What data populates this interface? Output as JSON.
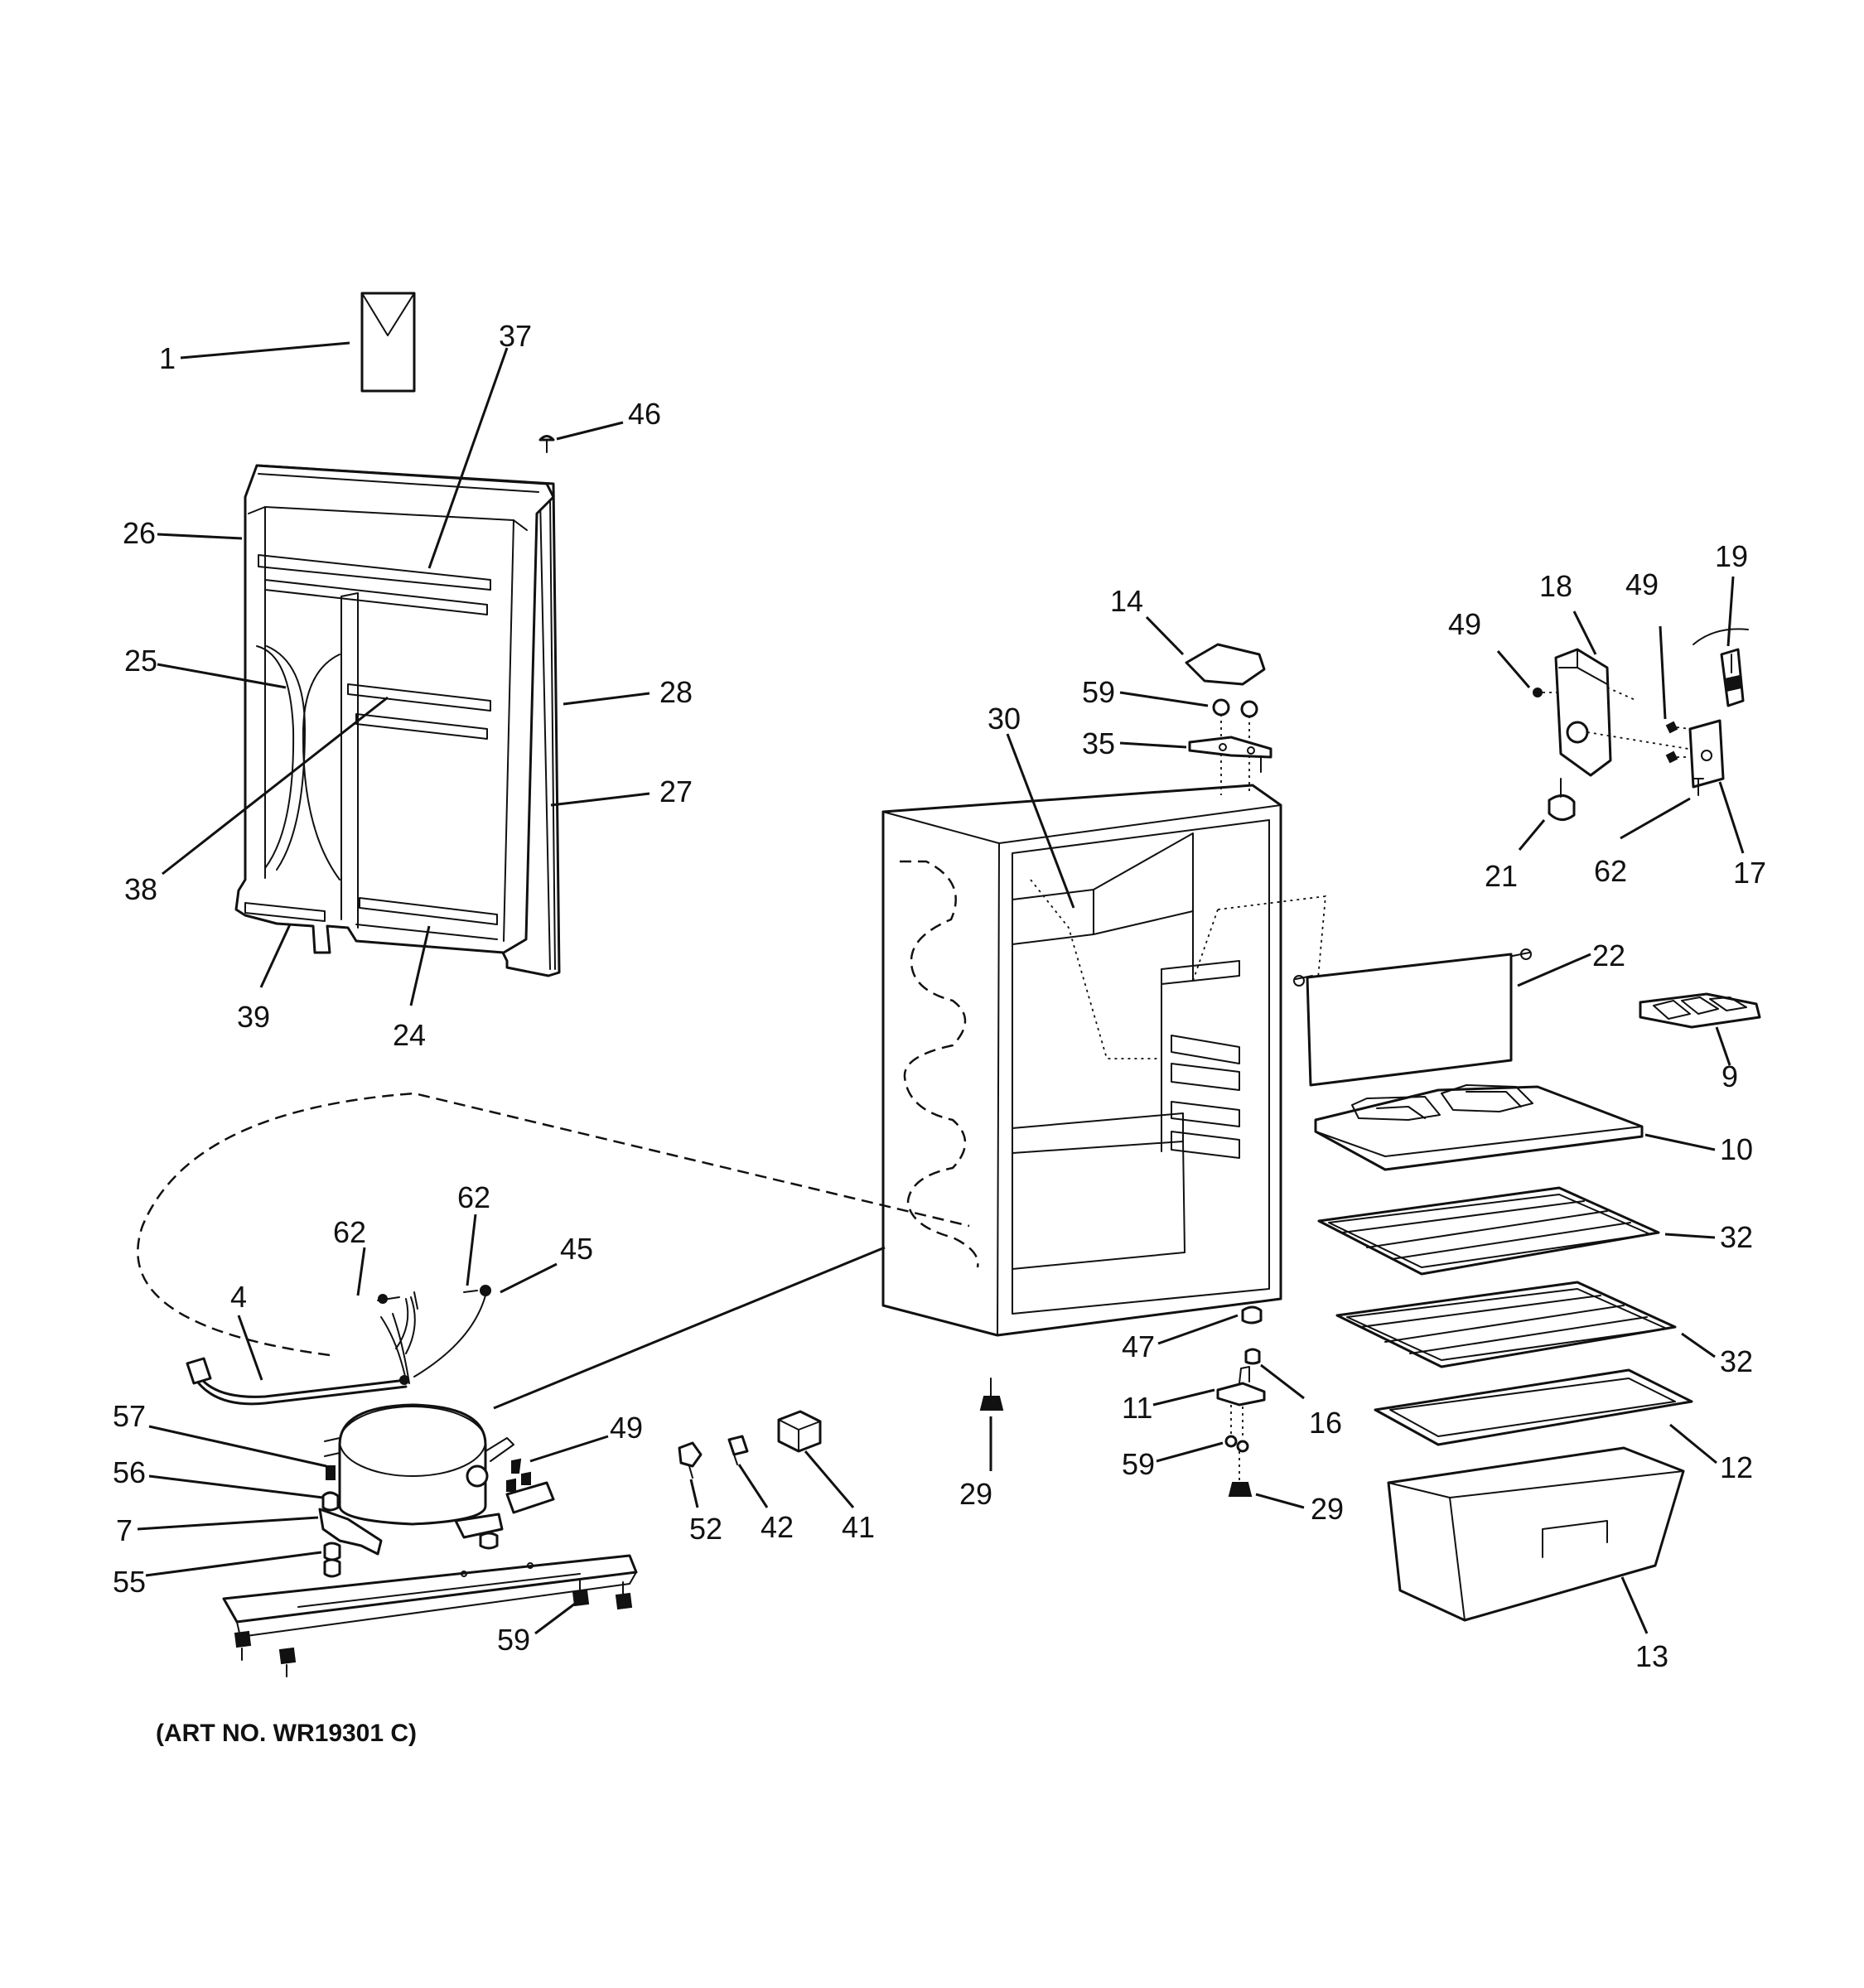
{
  "diagram": {
    "art_number": "(ART NO. WR19301 C)",
    "labels": {
      "l1": "1",
      "l37": "37",
      "l46": "46",
      "l26": "26",
      "l25": "25",
      "l28": "28",
      "l27": "27",
      "l38": "38",
      "l39": "39",
      "l24": "24",
      "l14": "14",
      "l59a": "59",
      "l35": "35",
      "l30": "30",
      "l18": "18",
      "l49a": "49",
      "l49b": "49",
      "l19": "19",
      "l21": "21",
      "l62a": "62",
      "l17": "17",
      "l22": "22",
      "l9": "9",
      "l10": "10",
      "l32a": "32",
      "l32b": "32",
      "l12": "12",
      "l13": "13",
      "l47": "47",
      "l11": "11",
      "l16": "16",
      "l59b": "59",
      "l29a": "29",
      "l29b": "29",
      "l62b": "62",
      "l62c": "62",
      "l45": "45",
      "l4": "4",
      "l57": "57",
      "l56": "56",
      "l7": "7",
      "l55": "55",
      "l49c": "49",
      "l59c": "59",
      "l52": "52",
      "l42": "42",
      "l41": "41"
    }
  }
}
